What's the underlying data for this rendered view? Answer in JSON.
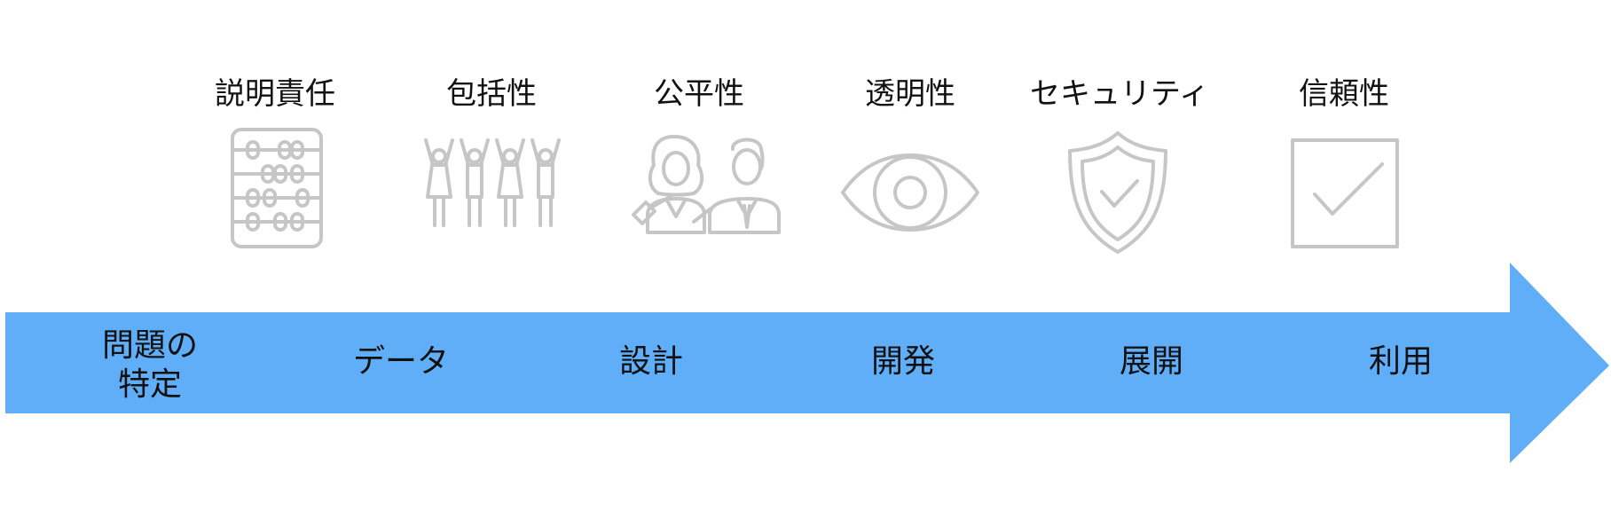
{
  "principles": [
    {
      "label": "説明責任",
      "icon": "abacus-icon"
    },
    {
      "label": "包括性",
      "icon": "people-group-icon"
    },
    {
      "label": "公平性",
      "icon": "diverse-people-icon"
    },
    {
      "label": "透明性",
      "icon": "eye-icon"
    },
    {
      "label": "セキュリティ",
      "icon": "shield-check-icon"
    },
    {
      "label": "信頼性",
      "icon": "checkbox-icon"
    }
  ],
  "stages": [
    {
      "label": "問題の\n特定"
    },
    {
      "label": "データ"
    },
    {
      "label": "設計"
    },
    {
      "label": "開発"
    },
    {
      "label": "展開"
    },
    {
      "label": "利用"
    }
  ],
  "colors": {
    "arrow": "#61aef8",
    "icon_stroke": "#c6c6c6",
    "text": "#111111"
  }
}
